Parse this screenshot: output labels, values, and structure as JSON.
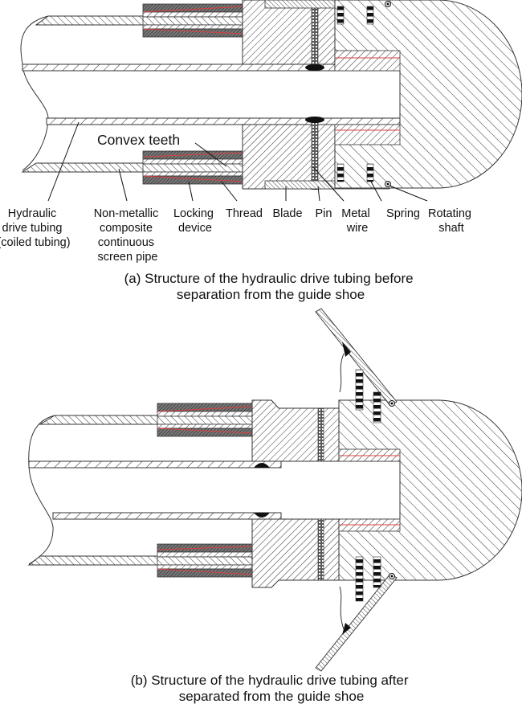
{
  "figure_a": {
    "callouts": {
      "convex_teeth": "Convex teeth"
    },
    "labels": [
      {
        "id": "hydraulic-drive-tubing",
        "lines": [
          "Hydraulic",
          "drive tubing",
          "(coiled tubing)"
        ]
      },
      {
        "id": "screen-pipe",
        "lines": [
          "Non-metallic",
          "composite",
          "continuous",
          "screen pipe"
        ]
      },
      {
        "id": "locking-device",
        "lines": [
          "Locking",
          "device"
        ]
      },
      {
        "id": "thread",
        "lines": [
          "Thread"
        ]
      },
      {
        "id": "blade",
        "lines": [
          "Blade"
        ]
      },
      {
        "id": "pin",
        "lines": [
          "Pin"
        ]
      },
      {
        "id": "metal-wire",
        "lines": [
          "Metal",
          "wire"
        ]
      },
      {
        "id": "spring",
        "lines": [
          "Spring"
        ]
      },
      {
        "id": "rotating-shaft",
        "lines": [
          "Rotating",
          "shaft"
        ]
      }
    ],
    "caption": [
      "(a) Structure of the hydraulic drive tubing before",
      "separation from the guide shoe"
    ]
  },
  "figure_b": {
    "caption": [
      "(b) Structure of the hydraulic drive tubing after",
      "separated from the guide shoe"
    ]
  },
  "colors": {
    "line": "#222222",
    "thread_red": "#d94040",
    "dark_fill": "#555555"
  }
}
